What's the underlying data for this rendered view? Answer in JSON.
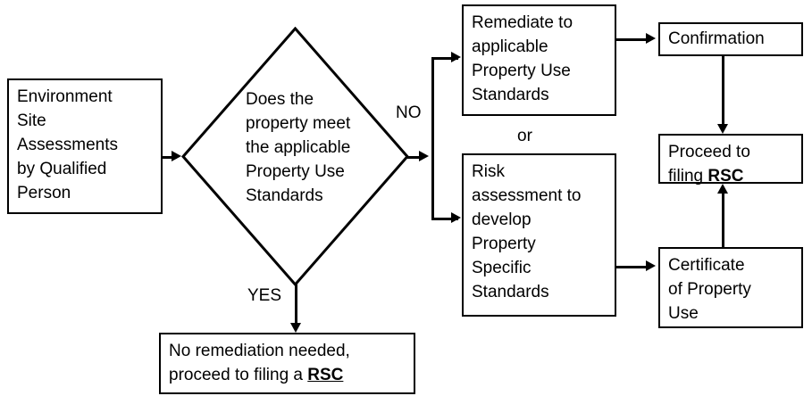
{
  "diagram": {
    "title": "Record of Site Condition process flowchart",
    "accent_color": "#000000",
    "background_color": "#ffffff"
  },
  "nodes": {
    "site_assessment": {
      "label": "Environment\nSite\nAssessments\nby Qualified\nPerson",
      "shape": "rectangle"
    },
    "decision": {
      "label": "Does the\nproperty meet\nthe applicable\nProperty Use\nStandards",
      "shape": "diamond"
    },
    "remediate": {
      "label": "Remediate to\napplicable\nProperty Use\nStandards",
      "shape": "rectangle"
    },
    "confirmation": {
      "label": "Confirmation",
      "shape": "rectangle"
    },
    "risk_assessment": {
      "label": "Risk\nassessment to\ndevelop\nProperty\nSpecific\nStandards",
      "shape": "rectangle"
    },
    "certificate": {
      "label": "Certificate\nof Property\nUse",
      "shape": "rectangle"
    },
    "proceed_rsc": {
      "label_prefix": "Proceed to\nfiling ",
      "label_emphasis": "RSC",
      "shape": "rectangle"
    },
    "no_remediation": {
      "label_prefix": "No remediation needed,\nproceed to filing a ",
      "label_emphasis": "RSC",
      "shape": "rectangle"
    }
  },
  "edge_labels": {
    "no": "NO",
    "yes": "YES",
    "or": "or"
  }
}
